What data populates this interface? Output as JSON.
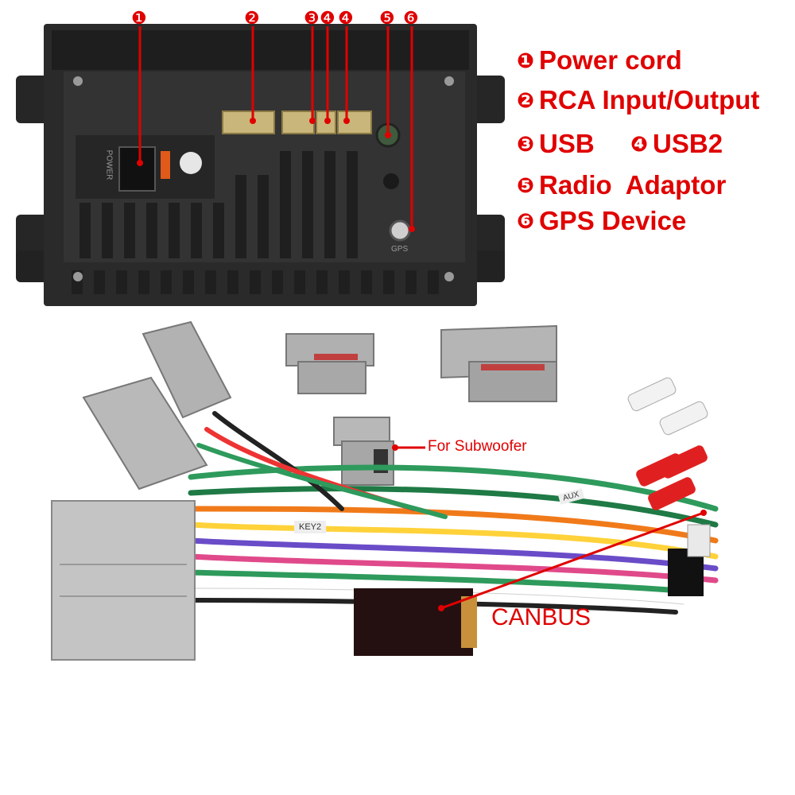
{
  "legend": {
    "items": [
      {
        "num": "❶",
        "label": "Power cord"
      },
      {
        "num": "❷",
        "label": "RCA Input/Output"
      },
      {
        "num": "❸",
        "label": "USB"
      },
      {
        "num": "❹",
        "label": "USB2"
      },
      {
        "num": "❺",
        "label": "Radio  Adaptor"
      },
      {
        "num": "❻",
        "label": "GPS Device"
      }
    ]
  },
  "callouts": {
    "markers": [
      "❶",
      "❷",
      "❸",
      "❹",
      "❹",
      "❺",
      "❻"
    ],
    "subwoofer": "For Subwoofer",
    "canbus": "CANBUS"
  },
  "unit_labels": {
    "power": "POWER",
    "gps": "GPS",
    "key2": "KEY2",
    "aux": "AUX"
  },
  "colors": {
    "accent": "#e00000",
    "unit_body": "#2b2b2b",
    "connector_grey": "#b8b8b8"
  }
}
